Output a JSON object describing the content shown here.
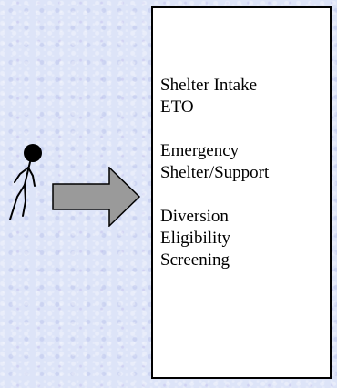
{
  "box": {
    "groups": [
      {
        "lines": [
          "Shelter Intake",
          "ETO"
        ]
      },
      {
        "lines": [
          "Emergency",
          "Shelter/Support"
        ]
      },
      {
        "lines": [
          "Diversion",
          "Eligibility",
          "Screening"
        ]
      }
    ]
  },
  "colors": {
    "background": "#dde4f8",
    "arrow_fill": "#9a9a9a",
    "outline": "#000000",
    "box_fill": "#ffffff"
  },
  "icons": {
    "figure": "stick-figure-walking-icon",
    "arrow": "right-arrow-icon"
  }
}
